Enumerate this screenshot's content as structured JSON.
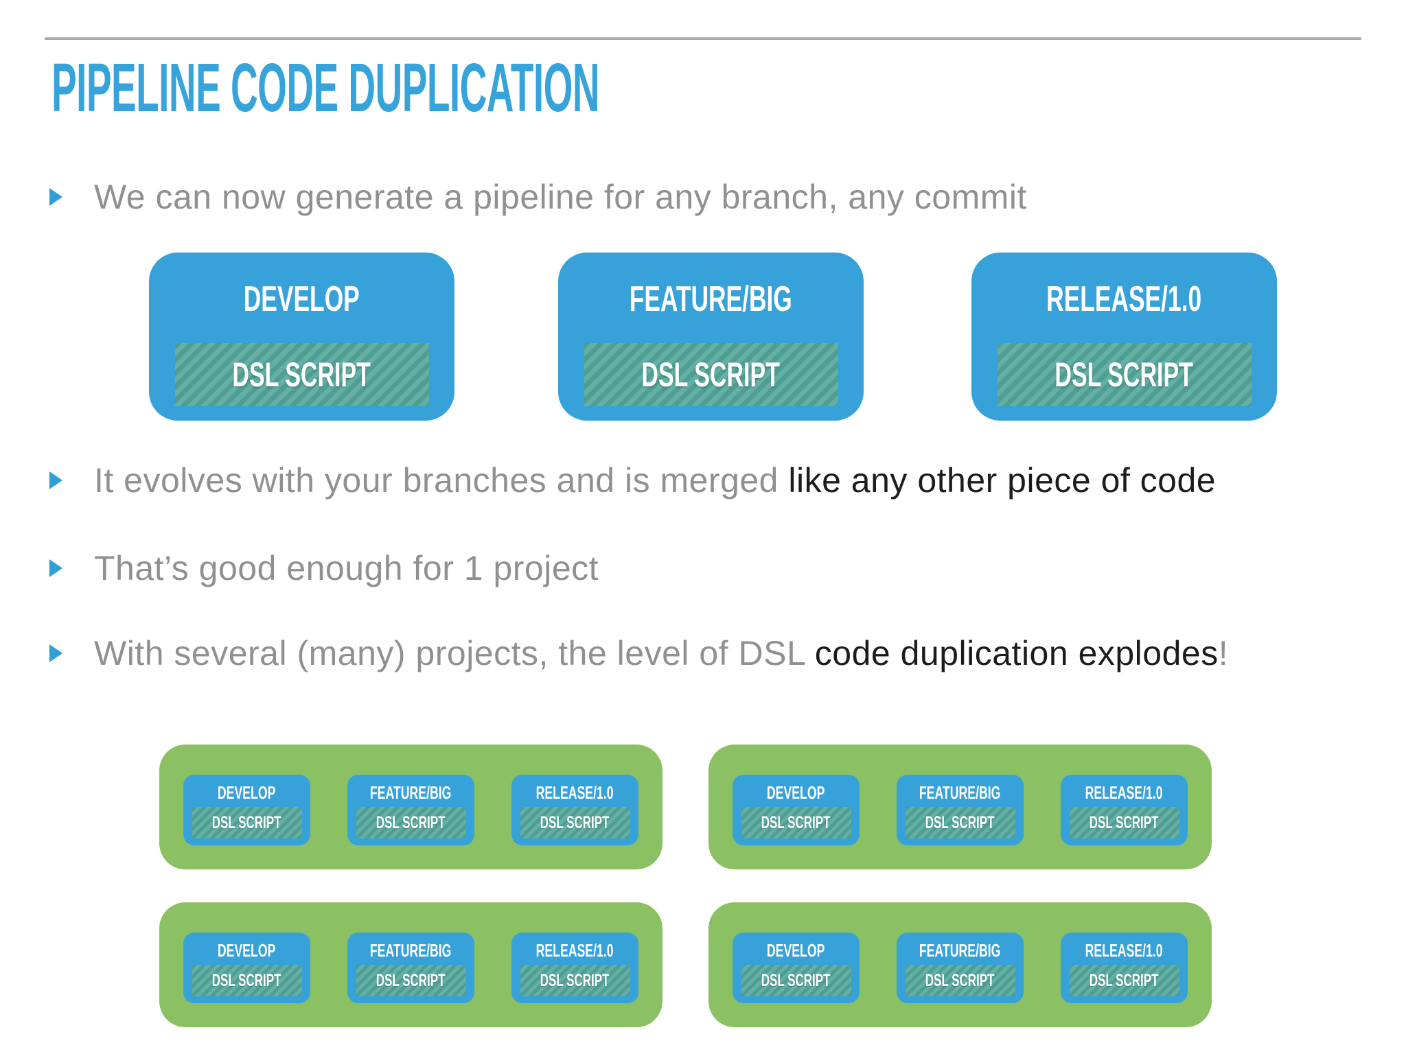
{
  "slide": {
    "title": "PIPELINE CODE DUPLICATION",
    "bullets": [
      {
        "segments": [
          {
            "text": "We can now generate a pipeline for any branch, any commit",
            "emphasis": false
          }
        ]
      },
      {
        "segments": [
          {
            "text": "It evolves with your branches and is merged ",
            "emphasis": false
          },
          {
            "text": "like any other piece of code",
            "emphasis": true
          }
        ]
      },
      {
        "segments": [
          {
            "text": "That’s good enough for 1 project",
            "emphasis": false
          }
        ]
      },
      {
        "segments": [
          {
            "text": "With several (many) projects, the level of DSL ",
            "emphasis": false
          },
          {
            "text": "code duplication explodes",
            "emphasis": true
          },
          {
            "text": "!",
            "emphasis": false
          }
        ]
      }
    ],
    "branch_boxes": [
      {
        "label": "DEVELOP",
        "script_label": "DSL SCRIPT"
      },
      {
        "label": "FEATURE/BIG",
        "script_label": "DSL SCRIPT"
      },
      {
        "label": "RELEASE/1.0",
        "script_label": "DSL SCRIPT"
      }
    ],
    "project_groups": [
      {
        "branches": [
          {
            "label": "DEVELOP",
            "script_label": "DSL SCRIPT"
          },
          {
            "label": "FEATURE/BIG",
            "script_label": "DSL SCRIPT"
          },
          {
            "label": "RELEASE/1.0",
            "script_label": "DSL SCRIPT"
          }
        ]
      },
      {
        "branches": [
          {
            "label": "DEVELOP",
            "script_label": "DSL SCRIPT"
          },
          {
            "label": "FEATURE/BIG",
            "script_label": "DSL SCRIPT"
          },
          {
            "label": "RELEASE/1.0",
            "script_label": "DSL SCRIPT"
          }
        ]
      },
      {
        "branches": [
          {
            "label": "DEVELOP",
            "script_label": "DSL SCRIPT"
          },
          {
            "label": "FEATURE/BIG",
            "script_label": "DSL SCRIPT"
          },
          {
            "label": "RELEASE/1.0",
            "script_label": "DSL SCRIPT"
          }
        ]
      },
      {
        "branches": [
          {
            "label": "DEVELOP",
            "script_label": "DSL SCRIPT"
          },
          {
            "label": "FEATURE/BIG",
            "script_label": "DSL SCRIPT"
          },
          {
            "label": "RELEASE/1.0",
            "script_label": "DSL SCRIPT"
          }
        ]
      }
    ],
    "colors": {
      "accent_blue": "#36a2d9",
      "title_blue": "#36a3da",
      "bullet_gray": "#8f9093",
      "emphasis_dark": "#1c1c1e",
      "group_green": "#8cc163",
      "hatch_dark": "#4f9e94",
      "hatch_light": "#64b0a4",
      "rule_gray": "#9d9d9d"
    }
  }
}
